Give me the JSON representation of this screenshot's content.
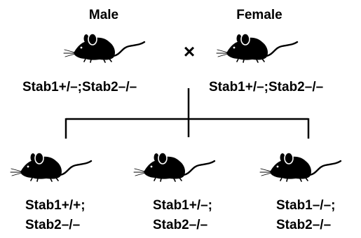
{
  "parents": {
    "male": {
      "heading": "Male",
      "genotype": "Stab1+/–;Stab2–/–"
    },
    "female": {
      "heading": "Female",
      "genotype": "Stab1+/–;Stab2–/–"
    },
    "cross_symbol": "×"
  },
  "offspring": [
    {
      "line1": "Stab1+/+;",
      "line2": "Stab2–/–"
    },
    {
      "line1": "Stab1+/–;",
      "line2": "Stab2–/–"
    },
    {
      "line1": "Stab1–/–;",
      "line2": "Stab2–/–"
    }
  ],
  "colors": {
    "ink": "#000000",
    "background": "#ffffff"
  },
  "icons": [
    "mouse-icon"
  ]
}
